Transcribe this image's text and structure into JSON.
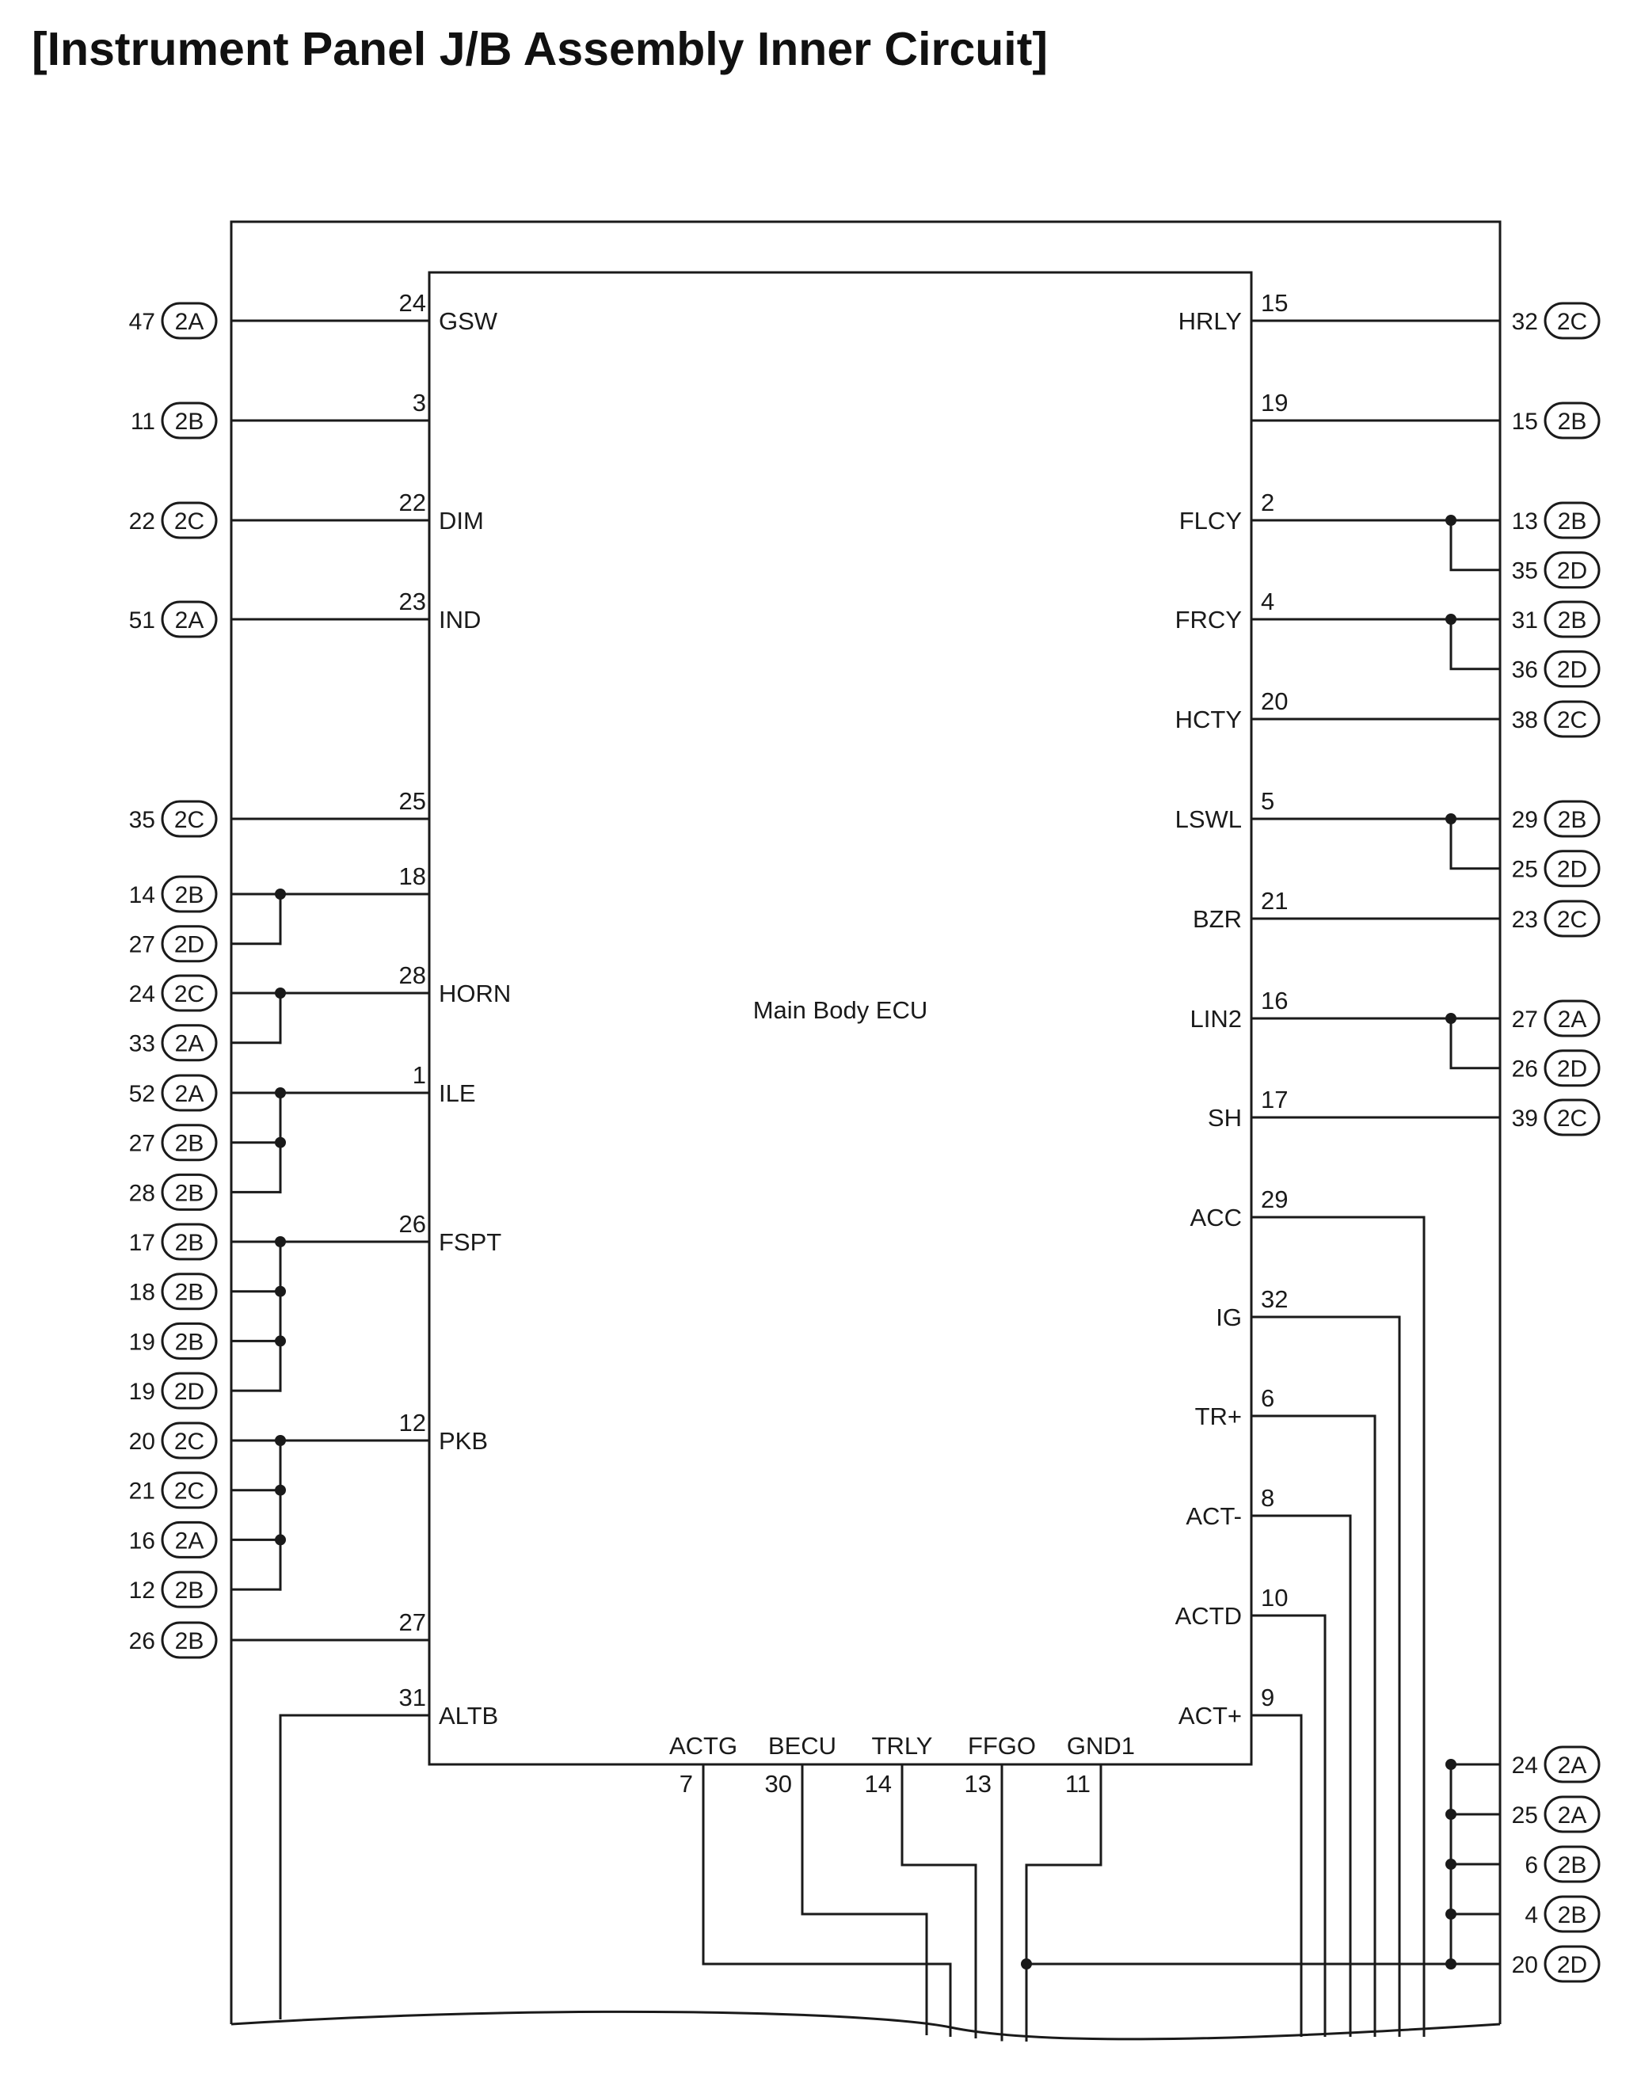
{
  "title": "[Instrument Panel J/B Assembly Inner Circuit]",
  "ecu_label": "Main Body ECU",
  "colors": {
    "line": "#1a1a1a",
    "background": "#ffffff"
  },
  "left_pins": [
    {
      "pin": "24",
      "name": "GSW",
      "conns": [
        {
          "num": "47",
          "id": "2A"
        }
      ]
    },
    {
      "pin": "3",
      "name": "",
      "conns": [
        {
          "num": "11",
          "id": "2B"
        }
      ]
    },
    {
      "pin": "22",
      "name": "DIM",
      "conns": [
        {
          "num": "22",
          "id": "2C"
        }
      ]
    },
    {
      "pin": "23",
      "name": "IND",
      "conns": [
        {
          "num": "51",
          "id": "2A"
        }
      ]
    },
    {
      "pin": "25",
      "name": "",
      "conns": [
        {
          "num": "35",
          "id": "2C"
        }
      ]
    },
    {
      "pin": "18",
      "name": "",
      "conns": [
        {
          "num": "14",
          "id": "2B"
        },
        {
          "num": "27",
          "id": "2D"
        }
      ]
    },
    {
      "pin": "28",
      "name": "HORN",
      "conns": [
        {
          "num": "24",
          "id": "2C"
        },
        {
          "num": "33",
          "id": "2A"
        }
      ]
    },
    {
      "pin": "1",
      "name": "ILE",
      "conns": [
        {
          "num": "52",
          "id": "2A"
        },
        {
          "num": "27",
          "id": "2B"
        },
        {
          "num": "28",
          "id": "2B"
        }
      ]
    },
    {
      "pin": "26",
      "name": "FSPT",
      "conns": [
        {
          "num": "17",
          "id": "2B"
        },
        {
          "num": "18",
          "id": "2B"
        },
        {
          "num": "19",
          "id": "2B"
        },
        {
          "num": "19",
          "id": "2D"
        }
      ]
    },
    {
      "pin": "12",
      "name": "PKB",
      "conns": [
        {
          "num": "20",
          "id": "2C"
        },
        {
          "num": "21",
          "id": "2C"
        },
        {
          "num": "16",
          "id": "2A"
        },
        {
          "num": "12",
          "id": "2B"
        }
      ]
    },
    {
      "pin": "27",
      "name": "",
      "conns": [
        {
          "num": "26",
          "id": "2B"
        }
      ]
    },
    {
      "pin": "31",
      "name": "ALTB",
      "conns": []
    }
  ],
  "right_pins": [
    {
      "pin": "15",
      "name": "HRLY",
      "conns": [
        {
          "num": "32",
          "id": "2C"
        }
      ]
    },
    {
      "pin": "19",
      "name": "",
      "conns": [
        {
          "num": "15",
          "id": "2B"
        }
      ]
    },
    {
      "pin": "2",
      "name": "FLCY",
      "conns": [
        {
          "num": "13",
          "id": "2B"
        },
        {
          "num": "35",
          "id": "2D"
        }
      ]
    },
    {
      "pin": "4",
      "name": "FRCY",
      "conns": [
        {
          "num": "31",
          "id": "2B"
        },
        {
          "num": "36",
          "id": "2D"
        }
      ]
    },
    {
      "pin": "20",
      "name": "HCTY",
      "conns": [
        {
          "num": "38",
          "id": "2C"
        }
      ]
    },
    {
      "pin": "5",
      "name": "LSWL",
      "conns": [
        {
          "num": "29",
          "id": "2B"
        },
        {
          "num": "25",
          "id": "2D"
        }
      ]
    },
    {
      "pin": "21",
      "name": "BZR",
      "conns": [
        {
          "num": "23",
          "id": "2C"
        }
      ]
    },
    {
      "pin": "16",
      "name": "LIN2",
      "conns": [
        {
          "num": "27",
          "id": "2A"
        },
        {
          "num": "26",
          "id": "2D"
        }
      ]
    },
    {
      "pin": "17",
      "name": "SH",
      "conns": [
        {
          "num": "39",
          "id": "2C"
        }
      ]
    },
    {
      "pin": "29",
      "name": "ACC",
      "conns": []
    },
    {
      "pin": "32",
      "name": "IG",
      "conns": []
    },
    {
      "pin": "6",
      "name": "TR+",
      "conns": []
    },
    {
      "pin": "8",
      "name": "ACT-",
      "conns": []
    },
    {
      "pin": "10",
      "name": "ACTD",
      "conns": []
    },
    {
      "pin": "9",
      "name": "ACT+",
      "conns": []
    }
  ],
  "bottom_pins": [
    {
      "pin": "7",
      "name": "ACTG"
    },
    {
      "pin": "30",
      "name": "BECU"
    },
    {
      "pin": "14",
      "name": "TRLY"
    },
    {
      "pin": "13",
      "name": "FFGO"
    },
    {
      "pin": "11",
      "name": "GND1"
    }
  ],
  "ground_conns": [
    {
      "num": "24",
      "id": "2A"
    },
    {
      "num": "25",
      "id": "2A"
    },
    {
      "num": "6",
      "id": "2B"
    },
    {
      "num": "4",
      "id": "2B"
    },
    {
      "num": "20",
      "id": "2D"
    }
  ]
}
